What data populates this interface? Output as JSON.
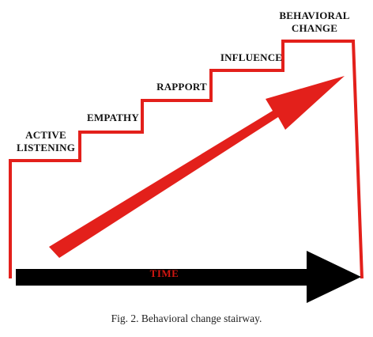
{
  "steps": [
    {
      "line1": "ACTIVE",
      "line2": "LISTENING"
    },
    {
      "line1": "EMPATHY"
    },
    {
      "line1": "RAPPORT"
    },
    {
      "line1": "INFLUENCE"
    },
    {
      "line1": "BEHAVIORAL",
      "line2": "CHANGE"
    }
  ],
  "time_label": "TIME",
  "caption": "Fig. 2. Behavioral change stairway.",
  "colors": {
    "stair": "#e3201b",
    "diagonal_arrow": "#e3201b",
    "time_arrow": "#000000",
    "time_text": "#d01510",
    "label_text": "#111111"
  }
}
